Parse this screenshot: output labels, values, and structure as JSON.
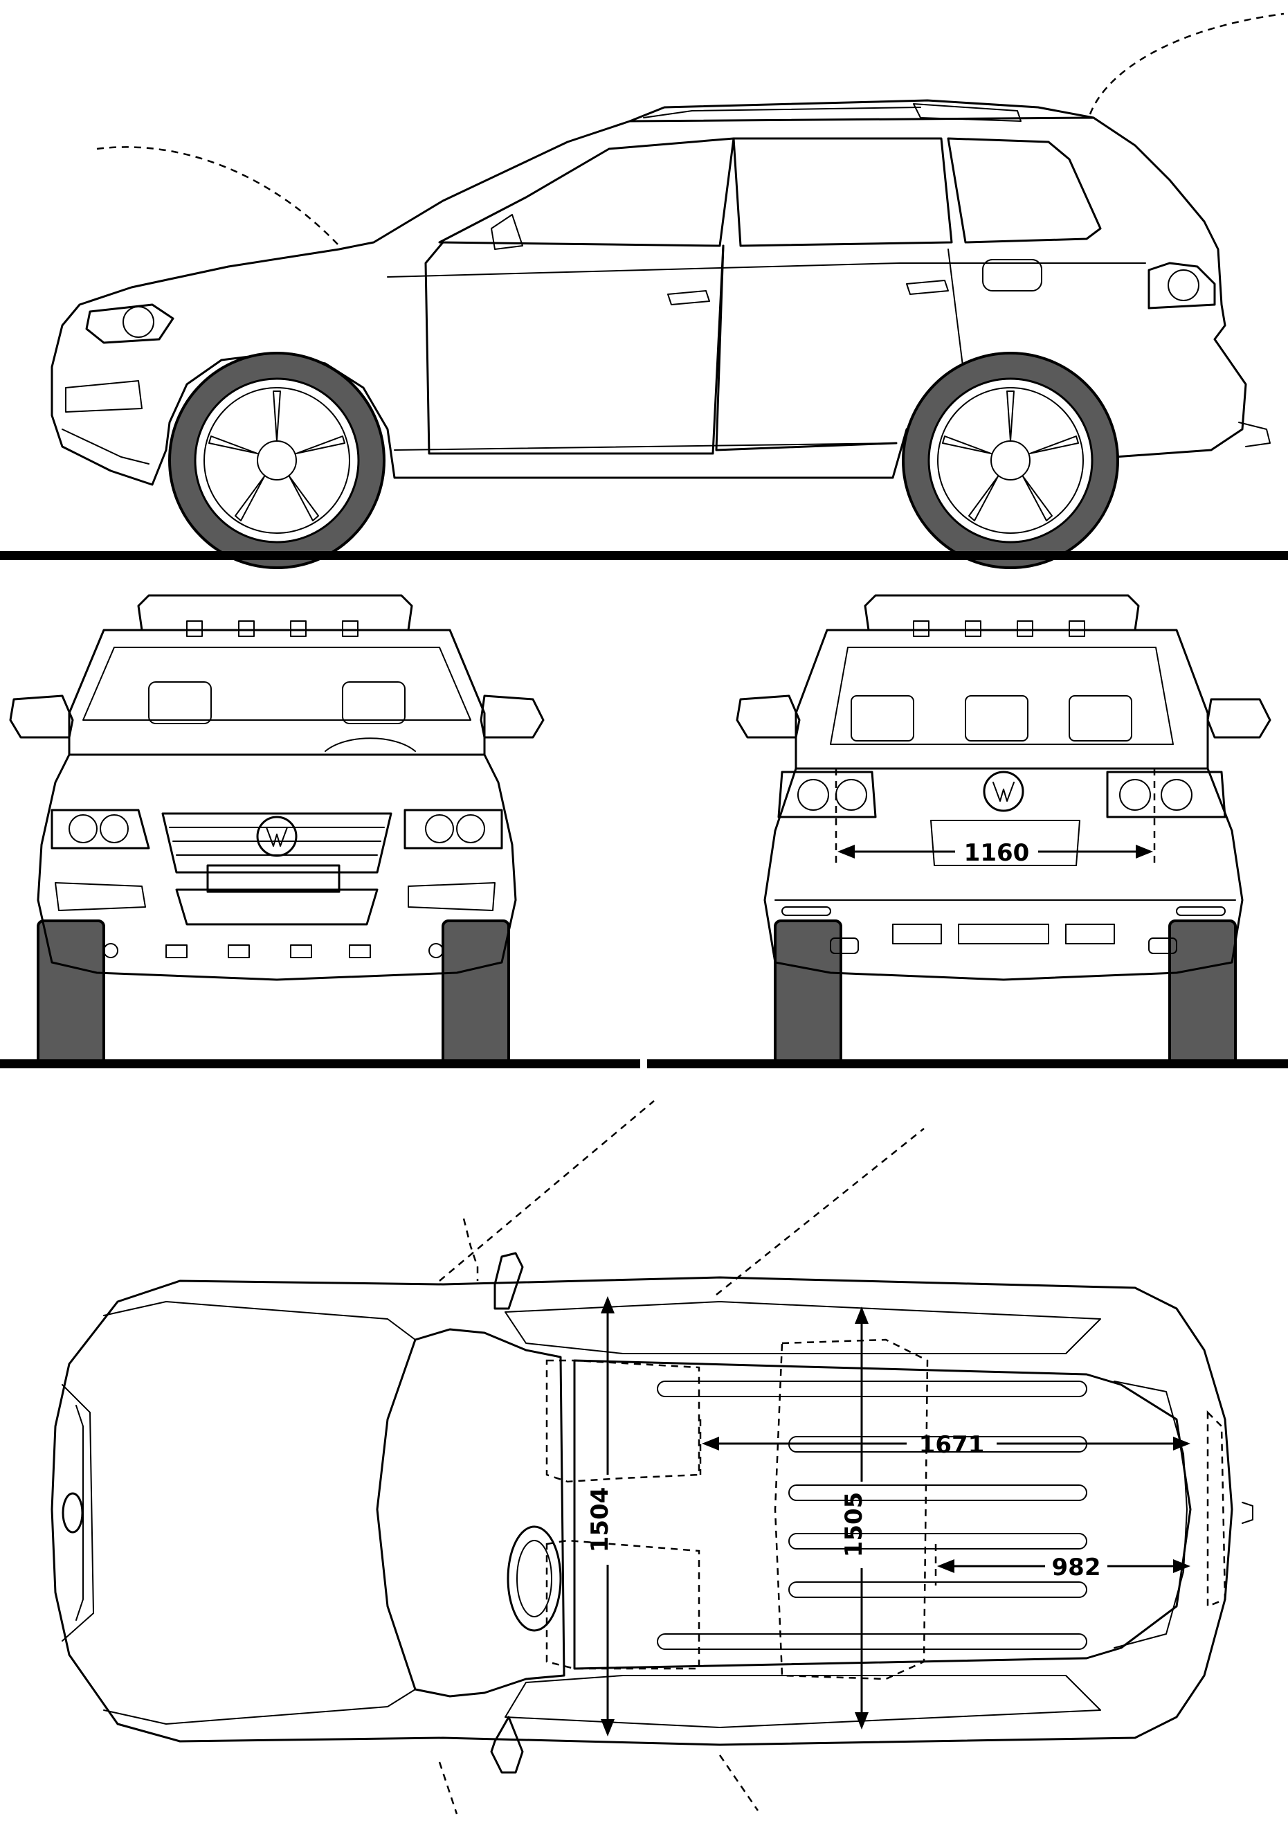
{
  "views": {
    "side": {
      "label": ""
    },
    "front": {
      "label": ""
    },
    "rear": {
      "label": ""
    },
    "top": {
      "label": ""
    }
  },
  "dimensions": {
    "rear_width": "1160",
    "cargo_length": "1671",
    "cargo_length_short": "982",
    "width_left": "1504",
    "width_right": "1505"
  },
  "colors": {
    "line": "#000000",
    "tire": "#5a5a5a",
    "background": "#ffffff"
  }
}
